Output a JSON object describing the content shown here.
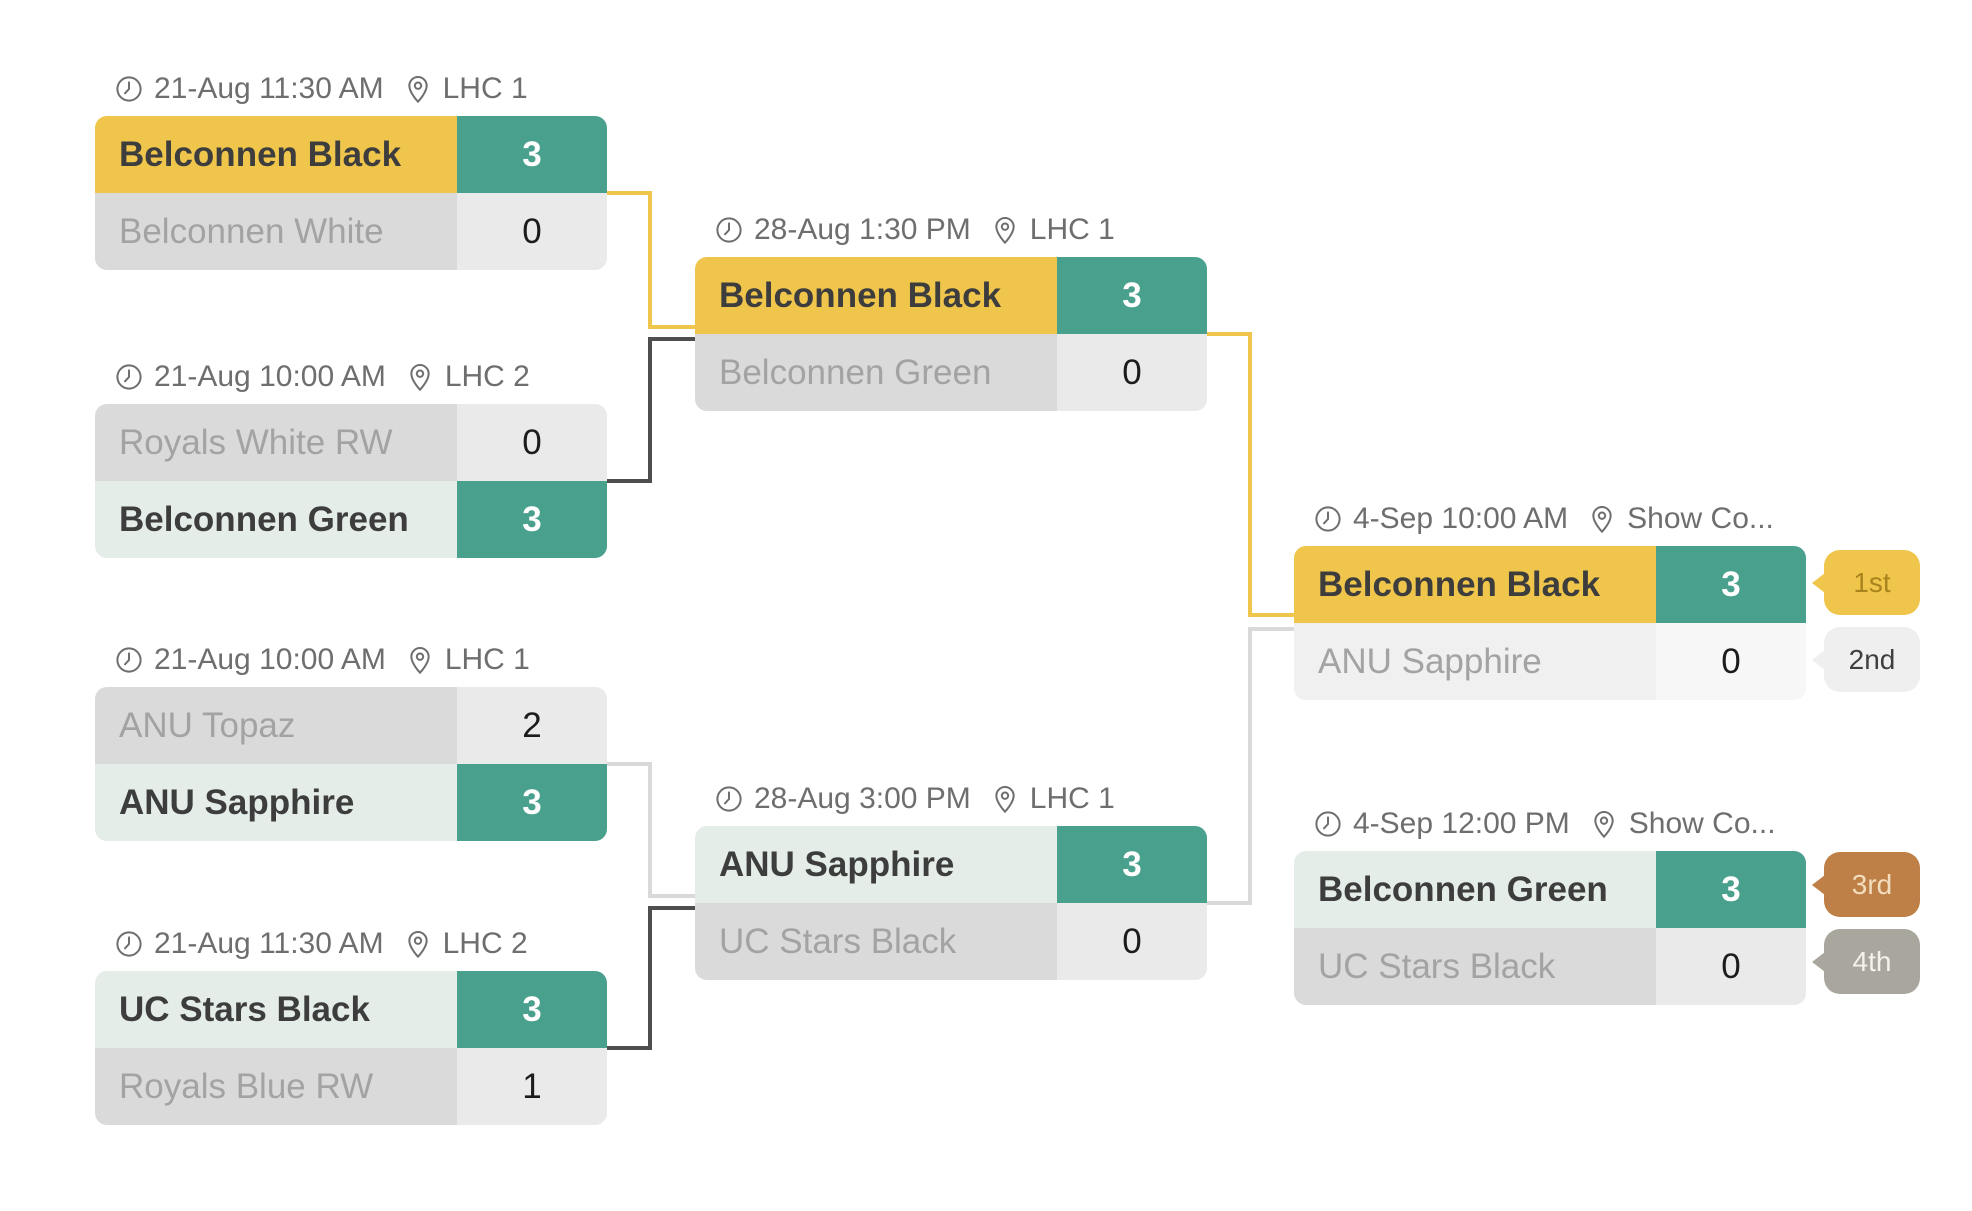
{
  "colors": {
    "champion_yellow": "#EFC64B",
    "winner_score_teal": "#49A08C",
    "winner_name_mint": "#E5EDE8",
    "loser_name_gray": "#DADADA",
    "loser_score_gray": "#EAEAEA",
    "runner_up_name_gray": "#F0F0F0",
    "runner_up_score_gray": "#F7F7F7",
    "connector_winner_path": "#EFC64B",
    "connector_dark": "#4E4E4E",
    "connector_light": "#D9D9D9",
    "schedule_text": "#6E6E6E",
    "badge_1st_bg": "#EFC64B",
    "badge_1st_text": "#A9831D",
    "badge_2nd_bg": "#EFEFEF",
    "badge_2nd_text": "#3F3F3F",
    "badge_3rd_bg": "#BE8046",
    "badge_3rd_text": "#F2DDBE",
    "badge_4th_bg": "#A9A79D",
    "badge_4th_text": "#F4F2EA"
  },
  "icons": {
    "clock": "clock-icon",
    "location": "location-pin-icon"
  },
  "matches": [
    {
      "schedule": {
        "time": "21-Aug 11:30 AM",
        "venue": "LHC 1"
      },
      "teams": [
        {
          "name": "Belconnen Black",
          "score": "3",
          "result": "winner"
        },
        {
          "name": "Belconnen White",
          "score": "0",
          "result": "loser"
        }
      ]
    },
    {
      "schedule": {
        "time": "21-Aug 10:00 AM",
        "venue": "LHC 2"
      },
      "teams": [
        {
          "name": "Royals White RW",
          "score": "0",
          "result": "loser"
        },
        {
          "name": "Belconnen Green",
          "score": "3",
          "result": "winner"
        }
      ]
    },
    {
      "schedule": {
        "time": "21-Aug 10:00 AM",
        "venue": "LHC 1"
      },
      "teams": [
        {
          "name": "ANU Topaz",
          "score": "2",
          "result": "loser"
        },
        {
          "name": "ANU Sapphire",
          "score": "3",
          "result": "winner"
        }
      ]
    },
    {
      "schedule": {
        "time": "21-Aug 11:30 AM",
        "venue": "LHC 2"
      },
      "teams": [
        {
          "name": "UC Stars Black",
          "score": "3",
          "result": "winner"
        },
        {
          "name": "Royals Blue RW",
          "score": "1",
          "result": "loser"
        }
      ]
    },
    {
      "schedule": {
        "time": "28-Aug 1:30 PM",
        "venue": "LHC 1"
      },
      "teams": [
        {
          "name": "Belconnen Black",
          "score": "3",
          "result": "winner"
        },
        {
          "name": "Belconnen Green",
          "score": "0",
          "result": "loser"
        }
      ]
    },
    {
      "schedule": {
        "time": "28-Aug 3:00 PM",
        "venue": "LHC 1"
      },
      "teams": [
        {
          "name": "ANU Sapphire",
          "score": "3",
          "result": "winner"
        },
        {
          "name": "UC Stars Black",
          "score": "0",
          "result": "loser"
        }
      ]
    },
    {
      "schedule": {
        "time": "4-Sep 10:00 AM",
        "venue": "Show Co..."
      },
      "teams": [
        {
          "name": "Belconnen Black",
          "score": "3",
          "result": "winner",
          "placement": "1st"
        },
        {
          "name": "ANU Sapphire",
          "score": "0",
          "result": "runner_up",
          "placement": "2nd"
        }
      ]
    },
    {
      "schedule": {
        "time": "4-Sep 12:00 PM",
        "venue": "Show Co..."
      },
      "teams": [
        {
          "name": "Belconnen Green",
          "score": "3",
          "result": "winner",
          "placement": "3rd"
        },
        {
          "name": "UC Stars Black",
          "score": "0",
          "result": "loser",
          "placement": "4th"
        }
      ]
    }
  ]
}
